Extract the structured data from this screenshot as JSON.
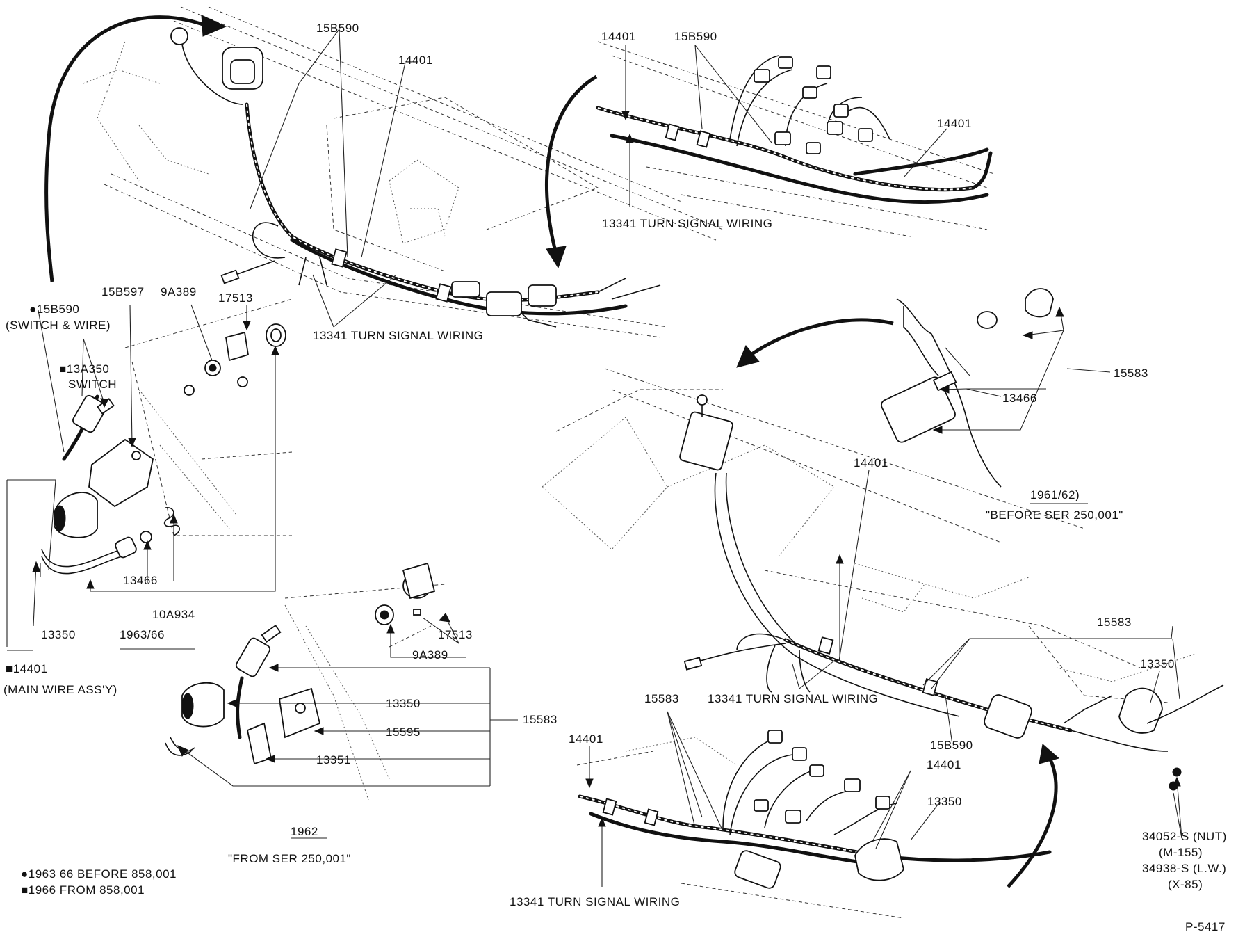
{
  "labels": {
    "top_15B590": "15B590",
    "top_14401": "14401",
    "top_13341": "13341 TURN SIGNAL WIRING",
    "tr_14401": "14401",
    "tr_15B590": "15B590",
    "tr_14401_b": "14401",
    "tr_13341": "13341 TURN SIGNAL WIRING",
    "l_15B590": "●15B590",
    "l_switch_wire": "(SWITCH & WIRE)",
    "l_13A350": "■13A350",
    "l_switch": "SWITCH",
    "l_15B597": "15B597",
    "l_9A389": "9A389",
    "l_17513": "17513",
    "l_13466": "13466",
    "l_10A934": "10A934",
    "l_13350": "13350",
    "l_1963_66": "1963/66",
    "l_14401": "■14401",
    "l_main_wire": "(MAIN WIRE ASS'Y)",
    "m_17513": "17513",
    "m_9A389": "9A389",
    "m_13350": "13350",
    "m_15595": "15595",
    "m_15583": "15583",
    "m_13351": "13351",
    "m_1962": "1962",
    "m_from_ser": "\"FROM SER 250,001\"",
    "r_15583": "15583",
    "r_13466": "13466",
    "r_1961_62": "1961/62)",
    "r_before_ser": "\"BEFORE SER 250,001\"",
    "r_14401": "14401",
    "br_15583": "15583",
    "br_13350": "13350",
    "br_13341": "13341 TURN SIGNAL WIRING",
    "br_15583_b": "15583",
    "br_15B590": "15B590",
    "br_14401": "14401",
    "br_14401_b": "14401",
    "br_13350_b": "13350",
    "br_13341_b": "13341 TURN SIGNAL WIRING",
    "nut_1": "34052-S (NUT)",
    "nut_2": "(M-155)",
    "nut_3": "34938-S (L.W.)",
    "nut_4": "(X-85)",
    "foot_1": "●1963 66 BEFORE 858,001",
    "foot_2": "■1966 FROM 858,001",
    "ref": "P-5417"
  }
}
